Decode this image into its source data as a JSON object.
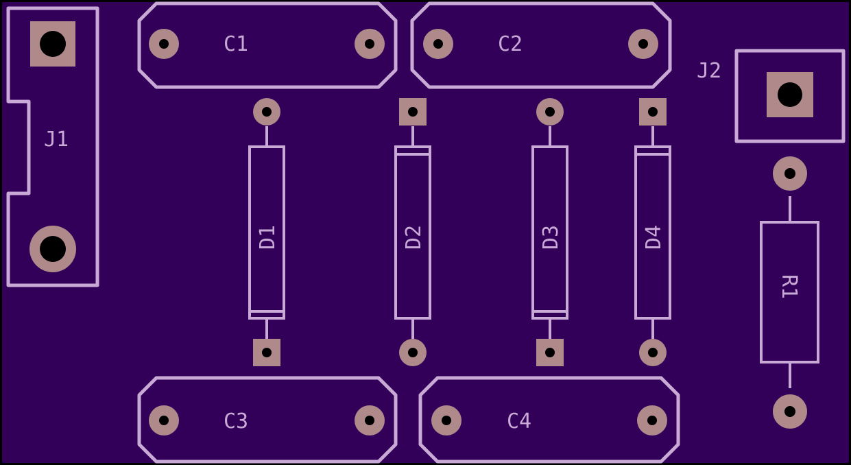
{
  "board": {
    "substrate_color": "#330059",
    "silkscreen_color": "#c9a9d6",
    "copper_color": "#b08a8a",
    "hole_color": "#000000"
  },
  "components": {
    "J1": "J1",
    "J2": "J2",
    "C1": "C1",
    "C2": "C2",
    "C3": "C3",
    "C4": "C4",
    "D1": "D1",
    "D2": "D2",
    "D3": "D3",
    "D4": "D4",
    "R1": "R1"
  }
}
